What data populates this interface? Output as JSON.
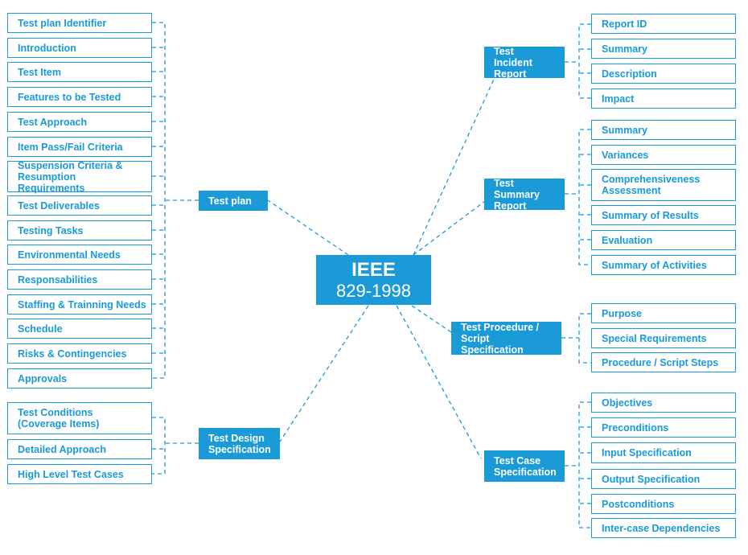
{
  "center": {
    "line1": "IEEE",
    "line2": "829-1998"
  },
  "colors": {
    "accent": "#1a9ad6",
    "background": "#ffffff"
  },
  "test_plan": {
    "label": "Test plan",
    "items": [
      "Test plan Identifier",
      "Introduction",
      "Test Item",
      "Features to be Tested",
      "Test Approach",
      "Item Pass/Fail Criteria",
      "Suspension Criteria &\nResumption Requirements",
      "Test Deliverables",
      "Testing Tasks",
      "Environmental Needs",
      "Responsabilities",
      "Staffing & Trainning Needs",
      "Schedule",
      "Risks & Contingencies",
      "Approvals"
    ]
  },
  "test_design": {
    "label": "Test Design\nSpecification",
    "items": [
      "Test Conditions\n(Coverage Items)",
      "Detailed Approach",
      "High Level Test Cases"
    ]
  },
  "incident": {
    "label": "Test Incident\nReport",
    "items": [
      "Report ID",
      "Summary",
      "Description",
      "Impact"
    ]
  },
  "summary_report": {
    "label": "Test Summary\nReport",
    "items": [
      "Summary",
      "Variances",
      "Comprehensiveness\nAssessment",
      "Summary of Results",
      "Evaluation",
      "Summary of Activities"
    ]
  },
  "procedure": {
    "label": "Test Procedure /\nScript Specification",
    "items": [
      "Purpose",
      "Special Requirements",
      "Procedure / Script Steps"
    ]
  },
  "test_case": {
    "label": "Test Case\nSpecification",
    "items": [
      "Objectives",
      "Preconditions",
      "Input Specification",
      "Output Specification",
      "Postconditions",
      "Inter-case Dependencies"
    ]
  }
}
